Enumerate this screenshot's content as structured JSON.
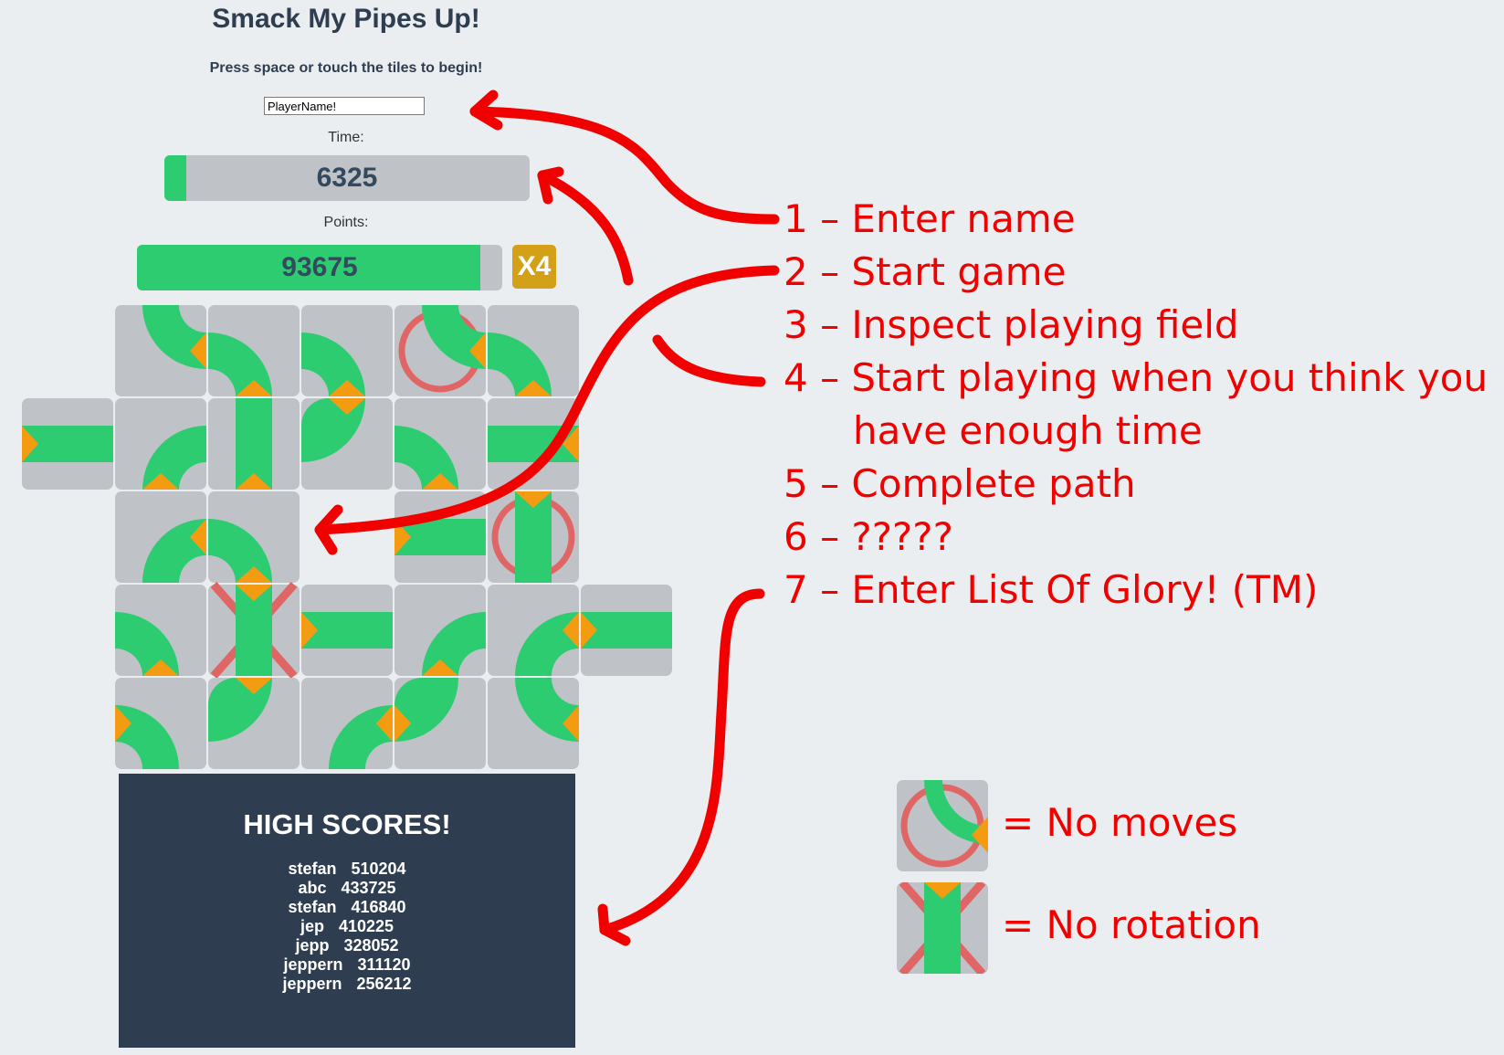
{
  "app": {
    "title": "Smack My Pipes Up!",
    "subtitle": "Press space or touch the tiles to begin!"
  },
  "player": {
    "name_value": "PlayerName!"
  },
  "time": {
    "label": "Time:",
    "value": "6325",
    "fraction": 0.06
  },
  "points": {
    "label": "Points:",
    "value": "93675",
    "fraction": 0.94,
    "multiplier": "X4"
  },
  "colors": {
    "pipe": "#2ecc71",
    "arrow": "#f39c12",
    "tile": "#bfc3c8",
    "blocked": "#e06666",
    "panel": "#2e3e50",
    "annotation": "#f10000"
  },
  "board": {
    "tiles": [
      {
        "row": 0,
        "col": 1,
        "shape": "curve-ne",
        "arrow": "e"
      },
      {
        "row": 0,
        "col": 2,
        "shape": "curve-ws",
        "arrow": "s"
      },
      {
        "row": 0,
        "col": 3,
        "shape": "curve-ws",
        "arrow": "s"
      },
      {
        "row": 0,
        "col": 4,
        "shape": "curve-ne",
        "arrow": "e",
        "marker": "no-moves"
      },
      {
        "row": 0,
        "col": 5,
        "shape": "curve-ws",
        "arrow": "s"
      },
      {
        "row": 1,
        "col": 0,
        "shape": "straight-h",
        "arrow": "w"
      },
      {
        "row": 1,
        "col": 1,
        "shape": "curve-se",
        "arrow": "s"
      },
      {
        "row": 1,
        "col": 2,
        "shape": "straight-v",
        "arrow": "s"
      },
      {
        "row": 1,
        "col": 3,
        "shape": "curve-nw",
        "arrow": "n"
      },
      {
        "row": 1,
        "col": 4,
        "shape": "curve-ws",
        "arrow": "s"
      },
      {
        "row": 1,
        "col": 5,
        "shape": "straight-h",
        "arrow": "e"
      },
      {
        "row": 2,
        "col": 1,
        "shape": "curve-se",
        "arrow": "e"
      },
      {
        "row": 2,
        "col": 2,
        "shape": "curve-ws",
        "arrow": "s"
      },
      {
        "row": 2,
        "col": 4,
        "shape": "straight-h",
        "arrow": "w"
      },
      {
        "row": 2,
        "col": 5,
        "shape": "straight-v",
        "arrow": "n",
        "marker": "no-moves"
      },
      {
        "row": 3,
        "col": 1,
        "shape": "curve-ws",
        "arrow": "s"
      },
      {
        "row": 3,
        "col": 2,
        "shape": "straight-v",
        "arrow": "n",
        "marker": "no-rotation"
      },
      {
        "row": 3,
        "col": 3,
        "shape": "straight-h",
        "arrow": "w"
      },
      {
        "row": 3,
        "col": 4,
        "shape": "curve-se",
        "arrow": "s"
      },
      {
        "row": 3,
        "col": 5,
        "shape": "curve-se",
        "arrow": "e"
      },
      {
        "row": 3,
        "col": 6,
        "shape": "straight-h",
        "arrow": "w"
      },
      {
        "row": 4,
        "col": 1,
        "shape": "curve-ws",
        "arrow": "w"
      },
      {
        "row": 4,
        "col": 2,
        "shape": "curve-nw",
        "arrow": "n"
      },
      {
        "row": 4,
        "col": 3,
        "shape": "curve-se",
        "arrow": "e"
      },
      {
        "row": 4,
        "col": 4,
        "shape": "curve-nw",
        "arrow": "w"
      },
      {
        "row": 4,
        "col": 5,
        "shape": "curve-ne",
        "arrow": "e"
      }
    ]
  },
  "highscores": {
    "title": "HIGH SCORES!",
    "entries": [
      {
        "name": "stefan",
        "score": "510204"
      },
      {
        "name": "abc",
        "score": "433725"
      },
      {
        "name": "stefan",
        "score": "416840"
      },
      {
        "name": "jep",
        "score": "410225"
      },
      {
        "name": "jepp",
        "score": "328052"
      },
      {
        "name": "jeppern",
        "score": "311120"
      },
      {
        "name": "jeppern",
        "score": "256212"
      }
    ]
  },
  "instructions": {
    "steps": [
      "1 – Enter name",
      "2 – Start game",
      "3 – Inspect playing field",
      "4 – Start playing when you think you",
      "have enough time",
      "5 – Complete path",
      "6 – ?????",
      "7 – Enter List Of Glory! (TM)"
    ]
  },
  "legend": {
    "no_moves": "= No moves",
    "no_rotation": "= No rotation"
  }
}
